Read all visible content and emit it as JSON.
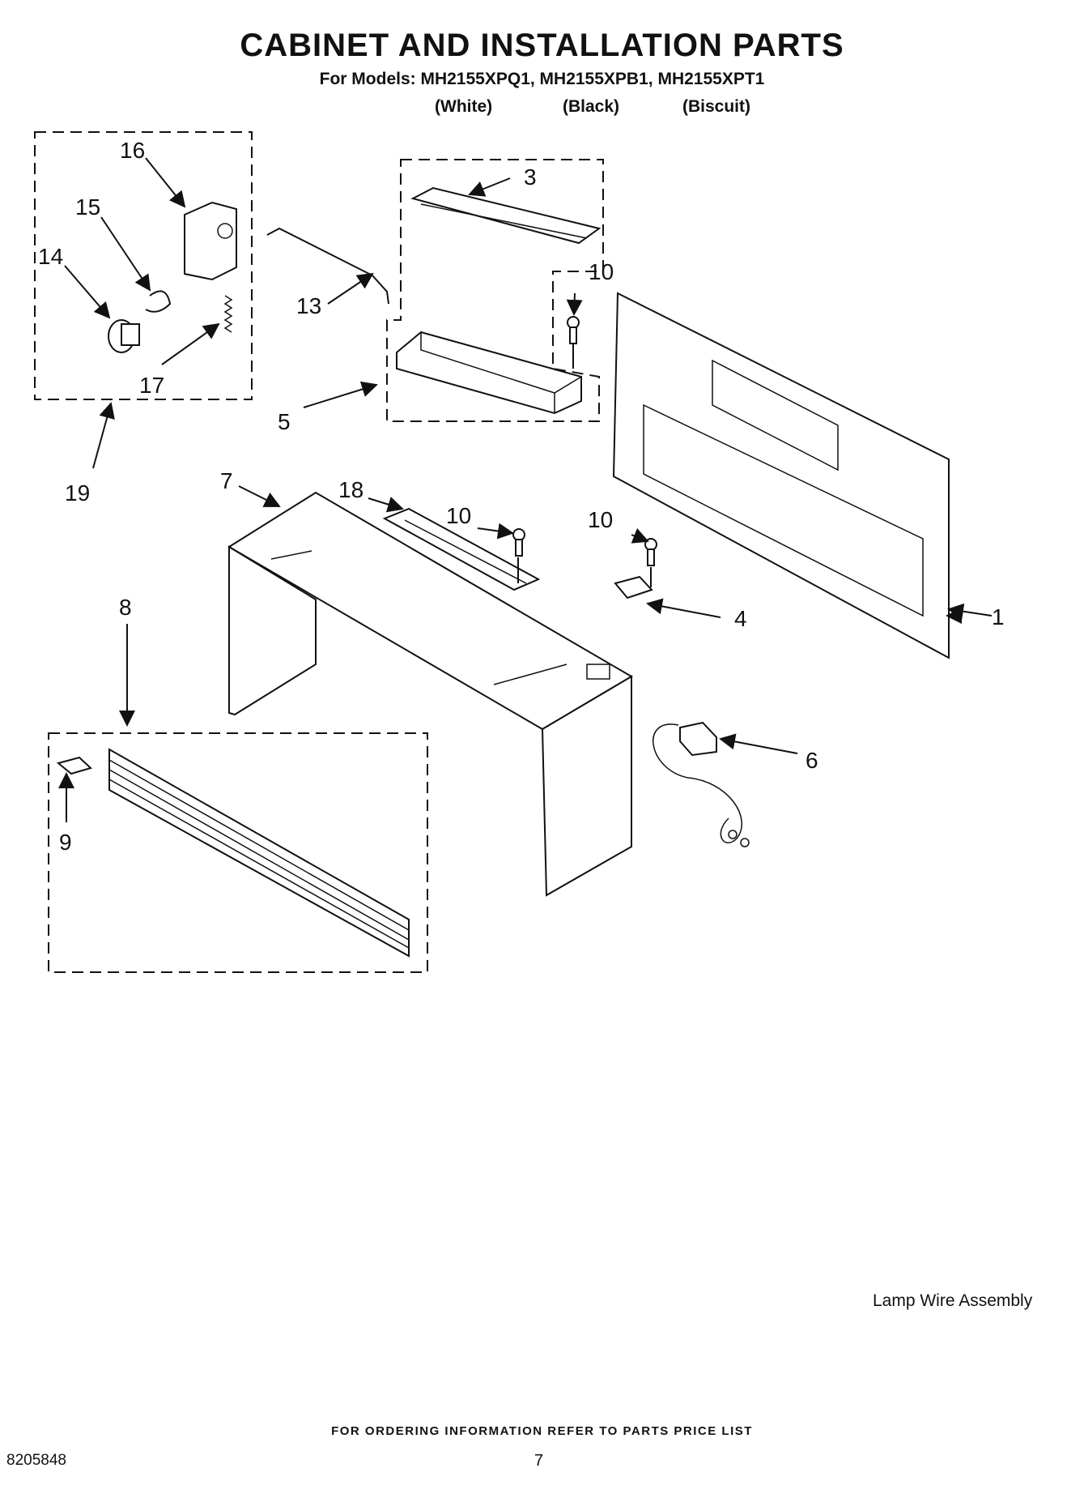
{
  "header": {
    "title": "CABINET AND INSTALLATION PARTS",
    "models_line": "For Models: MH2155XPQ1, MH2155XPB1, MH2155XPT1",
    "variants": [
      "(White)",
      "(Black)",
      "(Biscuit)"
    ]
  },
  "callouts": {
    "c1": "1",
    "c3": "3",
    "c4": "4",
    "c5": "5",
    "c6": "6",
    "c7": "7",
    "c8": "8",
    "c9": "9",
    "c10a": "10",
    "c10b": "10",
    "c10c": "10",
    "c13": "13",
    "c14": "14",
    "c15": "15",
    "c16": "16",
    "c17": "17",
    "c18": "18",
    "c19": "19"
  },
  "note": "Lamp Wire Assembly",
  "footer": {
    "ordering": "FOR ORDERING INFORMATION REFER TO PARTS PRICE LIST",
    "doc_number": "8205848",
    "page_number": "7"
  }
}
